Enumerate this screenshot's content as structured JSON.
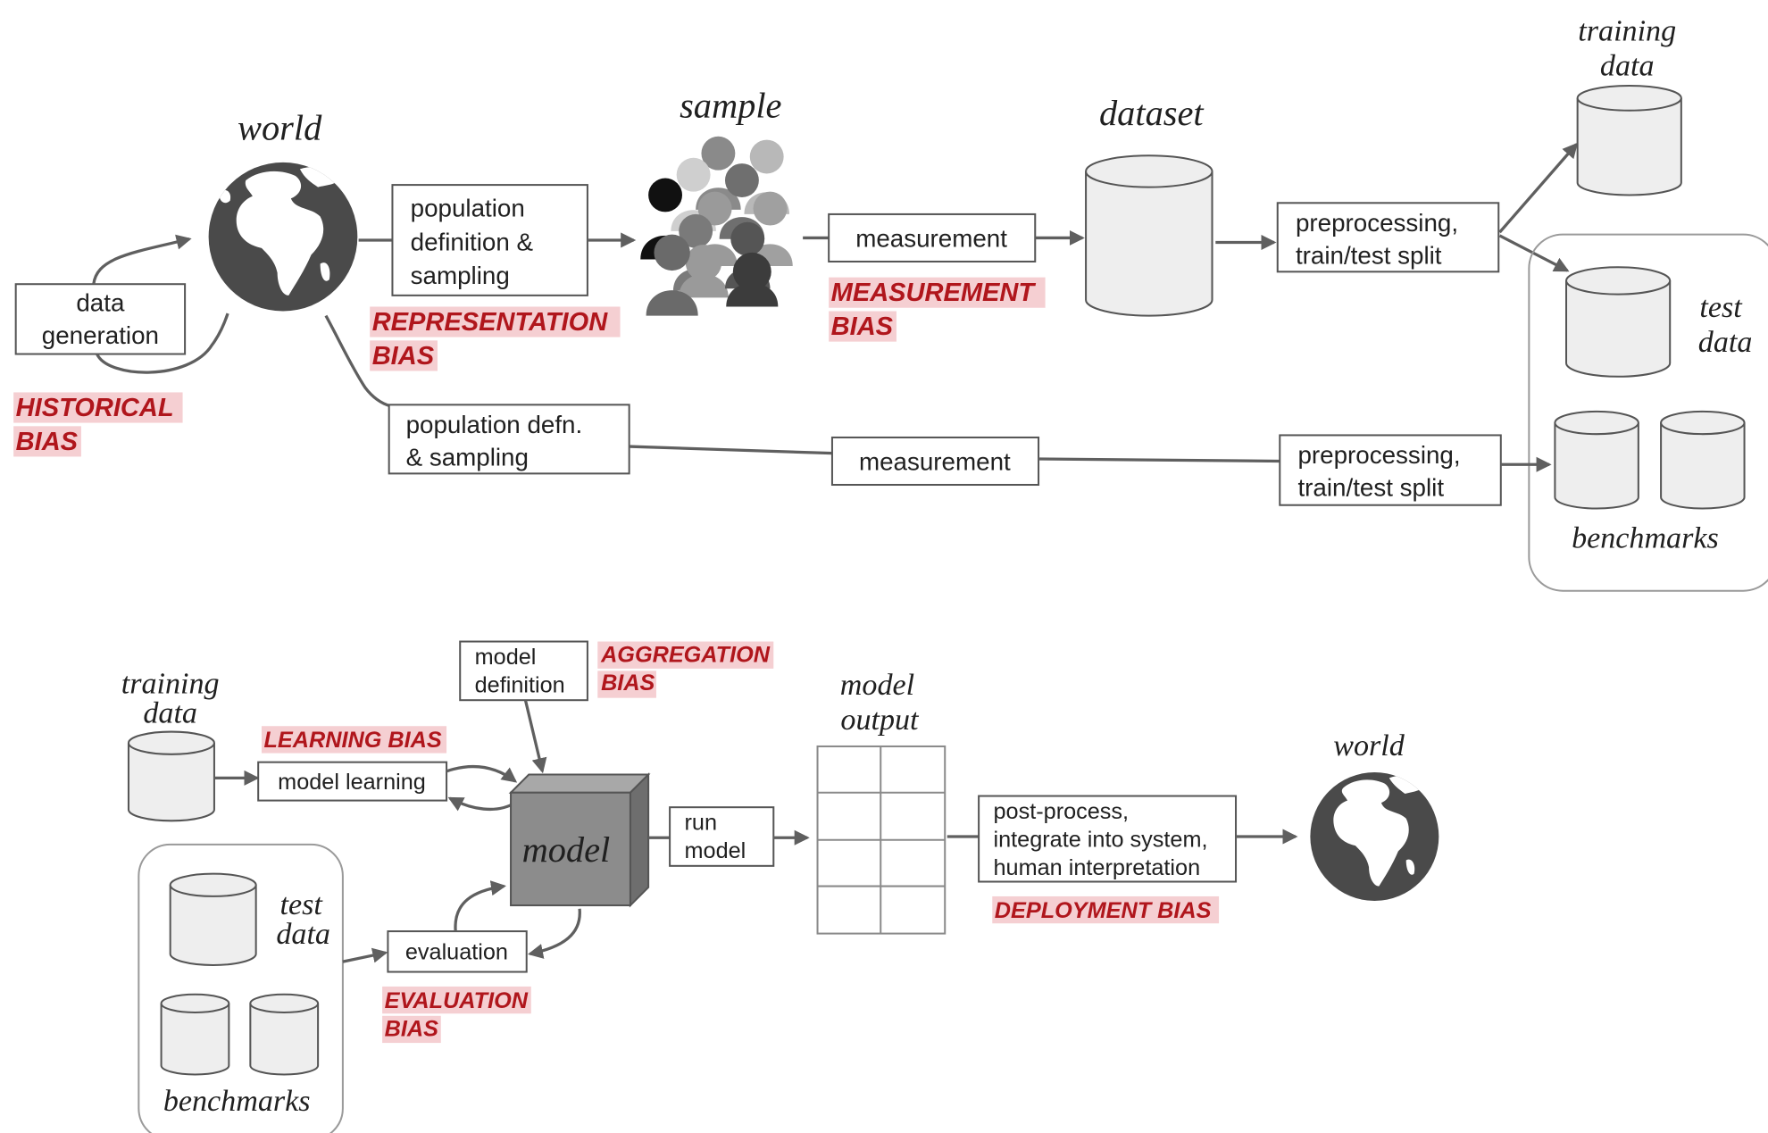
{
  "upper": {
    "world_label": "world",
    "sample_label": "sample",
    "dataset_label": "dataset",
    "training_data_label": [
      "training",
      "data"
    ],
    "test_data_label": [
      "test",
      "data"
    ],
    "benchmarks_label": "benchmarks",
    "data_generation": [
      "data",
      "generation"
    ],
    "population_sampling": [
      "population",
      "definition &",
      "sampling"
    ],
    "measurement": "measurement",
    "preprocessing": [
      "preprocessing,",
      "train/test split"
    ],
    "population_defn": [
      "population defn.",
      "& sampling"
    ],
    "measurement_2": "measurement",
    "preprocessing_2": [
      "preprocessing,",
      "train/test split"
    ],
    "biases": {
      "historical": [
        "HISTORICAL",
        "BIAS"
      ],
      "representation": [
        "REPRESENTATION",
        "BIAS"
      ],
      "measurement": [
        "MEASUREMENT",
        "BIAS"
      ]
    }
  },
  "lower": {
    "training_data_label": [
      "training",
      "data"
    ],
    "model_learning": "model learning",
    "model_definition": [
      "model",
      "definition"
    ],
    "model_label": "model",
    "run_model": [
      "run",
      "model"
    ],
    "model_output_label": [
      "model",
      "output"
    ],
    "post_process": [
      "post-process,",
      "integrate into system,",
      "human interpretation"
    ],
    "world_label": "world",
    "test_data_label": [
      "test",
      "data"
    ],
    "benchmarks_label": "benchmarks",
    "evaluation": "evaluation",
    "biases": {
      "learning": "LEARNING BIAS",
      "aggregation": [
        "AGGREGATION",
        "BIAS"
      ],
      "evaluation": [
        "EVALUATION",
        "BIAS"
      ],
      "deployment": "DEPLOYMENT BIAS"
    }
  },
  "colors": {
    "bias_text": "#b0161c",
    "bias_highlight": "#f5cfd2",
    "arrow": "#5f5f5f",
    "cylinder_fill": "#eeeeee",
    "globe": "#4a4a4a",
    "model_cube": "#8c8c8c"
  },
  "icons": {
    "globe": "world-globe-icon",
    "crowd": "people-crowd-icon",
    "cylinder": "database-cylinder-icon",
    "cube": "model-cube-icon",
    "grid": "output-table-icon"
  }
}
